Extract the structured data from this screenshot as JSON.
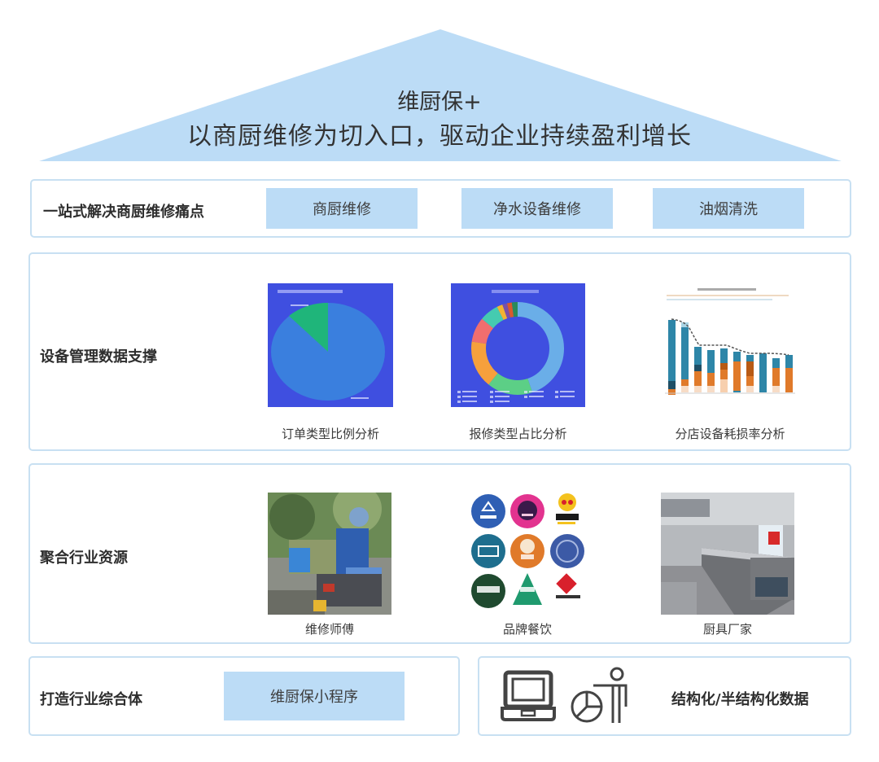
{
  "roof": {
    "title": "维厨保+",
    "subtitle": "以商厨维修为切入口，驱动企业持续盈利增长",
    "color": "#bcdcf6"
  },
  "pain_points": {
    "label": "一站式解决商厨维修痛点",
    "items": [
      {
        "label": "商厨维修"
      },
      {
        "label": "净水设备维修"
      },
      {
        "label": "油烟清洗"
      }
    ]
  },
  "data_support": {
    "label": "设备管理数据支撑",
    "charts": [
      {
        "caption": "订单类型比例分析",
        "icon": "pie-chart-thumbnail"
      },
      {
        "caption": "报修类型占比分析",
        "icon": "donut-chart-thumbnail"
      },
      {
        "caption": "分店设备耗损率分析",
        "icon": "stacked-bar-chart-thumbnail"
      }
    ]
  },
  "resources": {
    "label": "聚合行业资源",
    "items": [
      {
        "caption": "维修师傅",
        "icon": "repair-technician-photo"
      },
      {
        "caption": "品牌餐饮",
        "icon": "restaurant-brand-logos"
      },
      {
        "caption": "厨具厂家",
        "icon": "kitchen-equipment-photo"
      }
    ]
  },
  "industry_complex": {
    "label": "打造行业综合体",
    "button": "维厨保小程序"
  },
  "structured_data": {
    "label": "结构化/半结构化数据",
    "icons": [
      "laptop-icon",
      "presentation-pie-chart-icon"
    ]
  },
  "colors": {
    "accent_light_blue": "#bcdcf6",
    "panel_border": "#c8e0f2",
    "chart_bg": "#3f4fe0"
  }
}
